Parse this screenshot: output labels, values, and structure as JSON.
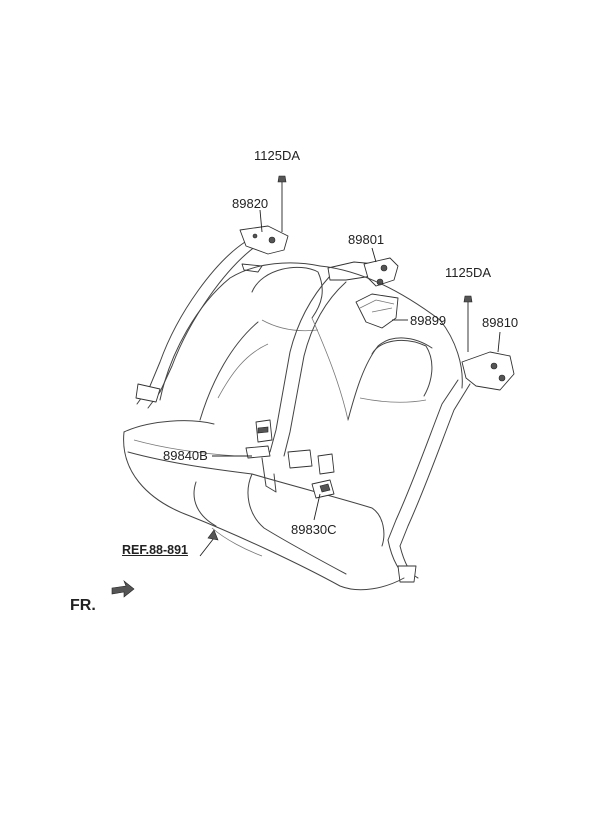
{
  "diagram": {
    "labels": {
      "bolt_left": "1125DA",
      "retractor_left": "89820",
      "retractor_center": "89801",
      "cover": "89899",
      "bolt_right": "1125DA",
      "retractor_right": "89810",
      "buckle_left": "89840B",
      "buckle_center": "89830C",
      "reference": "REF.88-891",
      "front": "FR."
    }
  }
}
